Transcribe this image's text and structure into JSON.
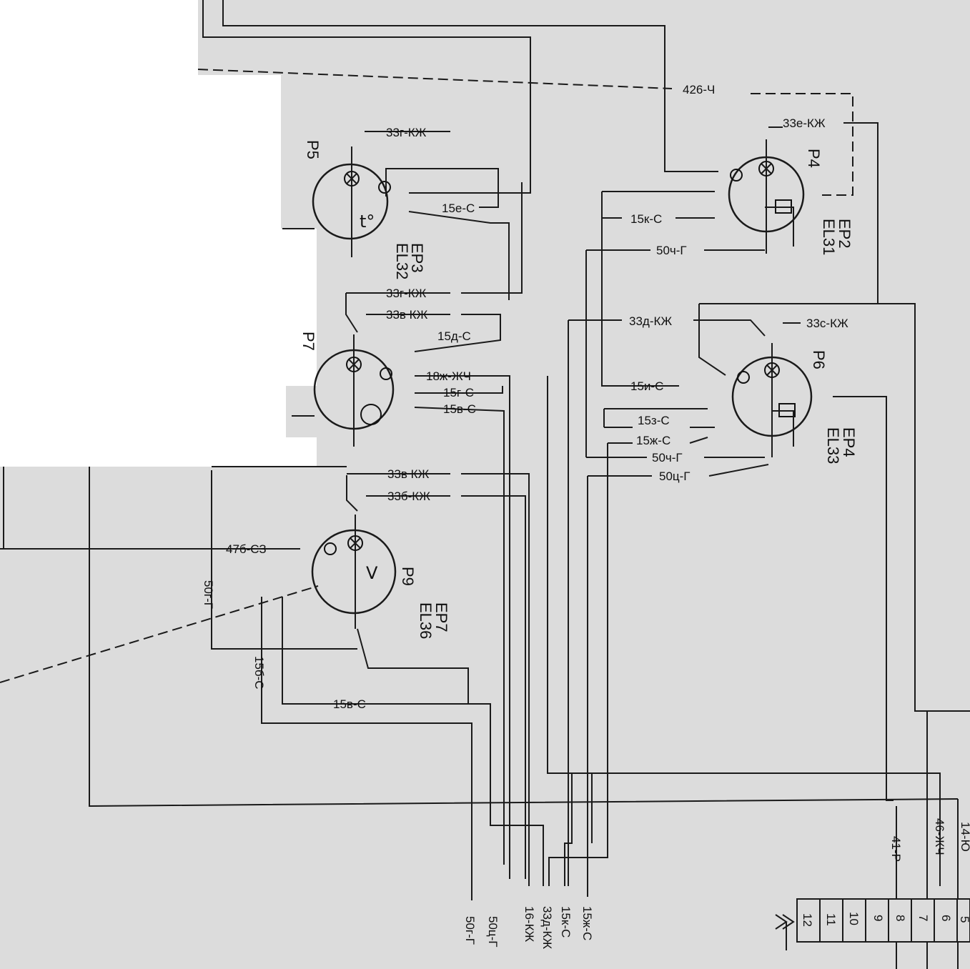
{
  "wire_labels": {
    "w426": "426-Ч",
    "w33g_p5": "33г-КЖ",
    "w15e": "15е-С",
    "w33g_p7": "33г-КЖ",
    "w33v_p7": "33в КЖ",
    "w15d": "15д-С",
    "w18zh": "18ж-ЖЧ",
    "w15g": "15г-С",
    "w15v_p7": "15в-С",
    "w33v_p9": "33в КЖ",
    "w33b": "33б-КЖ",
    "w47b": "47б-СЗ",
    "w50r": "50г-Г",
    "w15b": "15б-С",
    "w15v_p9": "15в-С",
    "w33e": "33е-КЖ",
    "w15k": "15к-С",
    "w50n": "50ч-Г",
    "w33d": "33д-КЖ",
    "w33c": "33с-КЖ",
    "w15i": "15и-С",
    "w15z": "15з-С",
    "w15zh": "15ж-С",
    "w50ch": "50ч-Г",
    "w50ts": "50ц-Г"
  },
  "bottom_labels": {
    "b1": "50г-Г",
    "b2": "50ц-Г",
    "b3": "16-КЖ",
    "b4": "33д-КЖ",
    "b5": "15к-С",
    "b6": "15ж-С",
    "r1": "41-Р",
    "r2": "46-ЖЧ",
    "r3": "14-Ю"
  },
  "devices": {
    "p5": {
      "id": "P5",
      "ep": "EP3",
      "el": "EL32",
      "symbol": "t°"
    },
    "p7": {
      "id": "P7"
    },
    "p9": {
      "id": "P9",
      "ep": "EP7",
      "el": "EL36",
      "symbol": "V"
    },
    "p4": {
      "id": "P4",
      "ep": "EP2",
      "el": "EL31"
    },
    "p6": {
      "id": "P6",
      "ep": "EP4",
      "el": "EL33"
    }
  },
  "connector": {
    "cells": [
      "12",
      "11",
      "10",
      "9",
      "8",
      "7",
      "6",
      "5"
    ]
  }
}
